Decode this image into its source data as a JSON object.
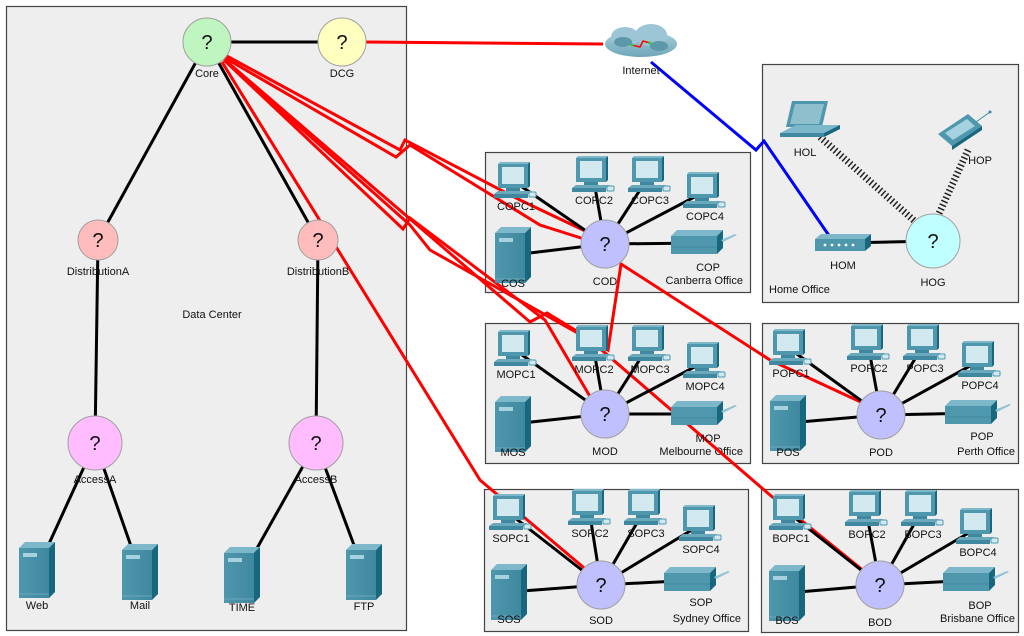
{
  "diagram": {
    "title": "Network topology",
    "link_colors": {
      "ethernet": "#000000",
      "serial": "#ff0000",
      "coax": "#0000ff",
      "wireless": "#222222"
    },
    "zones": [
      {
        "id": "datacenter",
        "label": "Data Center"
      },
      {
        "id": "canberra",
        "label": "Canberra Office"
      },
      {
        "id": "melbourne",
        "label": "Melbourne Office"
      },
      {
        "id": "sydney",
        "label": "Sydney Office"
      },
      {
        "id": "home",
        "label": "Home Office"
      },
      {
        "id": "perth",
        "label": "Perth Office"
      },
      {
        "id": "brisbane",
        "label": "Brisbane Office"
      }
    ],
    "unknown_symbol": "?",
    "nodes": {
      "core": {
        "label": "Core",
        "type": "unknown-device",
        "color": "#bff5bf"
      },
      "dcg": {
        "label": "DCG",
        "type": "unknown-device",
        "color": "#ffffc0"
      },
      "distA": {
        "label": "DistributionA",
        "type": "unknown-device",
        "color": "#ffbcbc"
      },
      "distB": {
        "label": "DistributionB",
        "type": "unknown-device",
        "color": "#ffbcbc"
      },
      "accA": {
        "label": "AccessA",
        "type": "unknown-device",
        "color": "#ffbcff"
      },
      "accB": {
        "label": "AccessB",
        "type": "unknown-device",
        "color": "#ffbcff"
      },
      "web": {
        "label": "Web",
        "type": "server"
      },
      "mail": {
        "label": "Mail",
        "type": "server"
      },
      "time": {
        "label": "TIME",
        "type": "server"
      },
      "ftp": {
        "label": "FTP",
        "type": "server"
      },
      "internet": {
        "label": "Internet",
        "type": "cloud"
      },
      "hom": {
        "label": "HOM",
        "type": "modem"
      },
      "hog": {
        "label": "HOG",
        "type": "unknown-device",
        "color": "#c0ffff"
      },
      "hol": {
        "label": "HOL",
        "type": "laptop"
      },
      "hop": {
        "label": "HOP",
        "type": "pda"
      },
      "cod": {
        "label": "COD",
        "type": "unknown-device",
        "color": "#c0c0ff"
      },
      "cos": {
        "label": "COS",
        "type": "server"
      },
      "cop": {
        "label": "COP",
        "type": "printer"
      },
      "copc1": {
        "label": "COPC1",
        "type": "pc"
      },
      "copc2": {
        "label": "COPC2",
        "type": "pc"
      },
      "copc3": {
        "label": "COPC3",
        "type": "pc"
      },
      "copc4": {
        "label": "COPC4",
        "type": "pc"
      },
      "mod": {
        "label": "MOD",
        "type": "unknown-device",
        "color": "#c0c0ff"
      },
      "mos": {
        "label": "MOS",
        "type": "server"
      },
      "mop": {
        "label": "MOP",
        "type": "printer"
      },
      "mopc1": {
        "label": "MOPC1",
        "type": "pc"
      },
      "mopc2": {
        "label": "MOPC2",
        "type": "pc"
      },
      "mopc3": {
        "label": "MOPC3",
        "type": "pc"
      },
      "mopc4": {
        "label": "MOPC4",
        "type": "pc"
      },
      "sod": {
        "label": "SOD",
        "type": "unknown-device",
        "color": "#c0c0ff"
      },
      "sos": {
        "label": "SOS",
        "type": "server"
      },
      "sop": {
        "label": "SOP",
        "type": "printer"
      },
      "sopc1": {
        "label": "SOPC1",
        "type": "pc"
      },
      "sopc2": {
        "label": "SOPC2",
        "type": "pc"
      },
      "sopc3": {
        "label": "SOPC3",
        "type": "pc"
      },
      "sopc4": {
        "label": "SOPC4",
        "type": "pc"
      },
      "pod": {
        "label": "POD",
        "type": "unknown-device",
        "color": "#c0c0ff"
      },
      "pos": {
        "label": "POS",
        "type": "server"
      },
      "pop": {
        "label": "POP",
        "type": "printer"
      },
      "popc1": {
        "label": "POPC1",
        "type": "pc"
      },
      "popc2": {
        "label": "POPC2",
        "type": "pc"
      },
      "popc3": {
        "label": "POPC3",
        "type": "pc"
      },
      "popc4": {
        "label": "POPC4",
        "type": "pc"
      },
      "bod": {
        "label": "BOD",
        "type": "unknown-device",
        "color": "#c0c0ff"
      },
      "bos": {
        "label": "BOS",
        "type": "server"
      },
      "bop": {
        "label": "BOP",
        "type": "printer"
      },
      "bopc1": {
        "label": "BOPC1",
        "type": "pc"
      },
      "bopc2": {
        "label": "BOPC2",
        "type": "pc"
      },
      "bopc3": {
        "label": "BOPC3",
        "type": "pc"
      },
      "bopc4": {
        "label": "BOPC4",
        "type": "pc"
      }
    },
    "links": [
      {
        "from": "core",
        "to": "dcg",
        "kind": "ethernet"
      },
      {
        "from": "core",
        "to": "distA",
        "kind": "ethernet"
      },
      {
        "from": "core",
        "to": "distB",
        "kind": "ethernet"
      },
      {
        "from": "distA",
        "to": "accA",
        "kind": "ethernet"
      },
      {
        "from": "distB",
        "to": "accB",
        "kind": "ethernet"
      },
      {
        "from": "accA",
        "to": "web",
        "kind": "ethernet"
      },
      {
        "from": "accA",
        "to": "mail",
        "kind": "ethernet"
      },
      {
        "from": "accB",
        "to": "time",
        "kind": "ethernet"
      },
      {
        "from": "accB",
        "to": "ftp",
        "kind": "ethernet"
      },
      {
        "from": "dcg",
        "to": "internet",
        "kind": "serial"
      },
      {
        "from": "internet",
        "to": "hom",
        "kind": "coax"
      },
      {
        "from": "hom",
        "to": "hog",
        "kind": "ethernet"
      },
      {
        "from": "hog",
        "to": "hol",
        "kind": "wireless"
      },
      {
        "from": "hog",
        "to": "hop",
        "kind": "wireless"
      },
      {
        "from": "core",
        "to": "cod",
        "kind": "serial"
      },
      {
        "from": "core",
        "to": "cod",
        "kind": "serial"
      },
      {
        "from": "core",
        "to": "mod",
        "kind": "serial"
      },
      {
        "from": "core",
        "to": "sod",
        "kind": "serial"
      },
      {
        "from": "core",
        "to": "pod",
        "kind": "serial"
      },
      {
        "from": "core",
        "to": "bod",
        "kind": "serial"
      },
      {
        "from": "cod",
        "to": "cos",
        "kind": "ethernet"
      },
      {
        "from": "cod",
        "to": "cop",
        "kind": "ethernet"
      },
      {
        "from": "cod",
        "to": "copc1",
        "kind": "ethernet"
      },
      {
        "from": "cod",
        "to": "copc2",
        "kind": "ethernet"
      },
      {
        "from": "cod",
        "to": "copc3",
        "kind": "ethernet"
      },
      {
        "from": "cod",
        "to": "copc4",
        "kind": "ethernet"
      },
      {
        "from": "mod",
        "to": "mos",
        "kind": "ethernet"
      },
      {
        "from": "mod",
        "to": "mop",
        "kind": "ethernet"
      },
      {
        "from": "mod",
        "to": "mopc1",
        "kind": "ethernet"
      },
      {
        "from": "mod",
        "to": "mopc2",
        "kind": "ethernet"
      },
      {
        "from": "mod",
        "to": "mopc3",
        "kind": "ethernet"
      },
      {
        "from": "mod",
        "to": "mopc4",
        "kind": "ethernet"
      },
      {
        "from": "sod",
        "to": "sos",
        "kind": "ethernet"
      },
      {
        "from": "sod",
        "to": "sop",
        "kind": "ethernet"
      },
      {
        "from": "sod",
        "to": "sopc1",
        "kind": "ethernet"
      },
      {
        "from": "sod",
        "to": "sopc2",
        "kind": "ethernet"
      },
      {
        "from": "sod",
        "to": "sopc3",
        "kind": "ethernet"
      },
      {
        "from": "sod",
        "to": "sopc4",
        "kind": "ethernet"
      },
      {
        "from": "pod",
        "to": "pos",
        "kind": "ethernet"
      },
      {
        "from": "pod",
        "to": "pop",
        "kind": "ethernet"
      },
      {
        "from": "pod",
        "to": "popc1",
        "kind": "ethernet"
      },
      {
        "from": "pod",
        "to": "popc2",
        "kind": "ethernet"
      },
      {
        "from": "pod",
        "to": "popc3",
        "kind": "ethernet"
      },
      {
        "from": "pod",
        "to": "popc4",
        "kind": "ethernet"
      },
      {
        "from": "bod",
        "to": "bos",
        "kind": "ethernet"
      },
      {
        "from": "bod",
        "to": "bop",
        "kind": "ethernet"
      },
      {
        "from": "bod",
        "to": "bopc1",
        "kind": "ethernet"
      },
      {
        "from": "bod",
        "to": "bopc2",
        "kind": "ethernet"
      },
      {
        "from": "bod",
        "to": "bopc3",
        "kind": "ethernet"
      },
      {
        "from": "bod",
        "to": "bopc4",
        "kind": "ethernet"
      }
    ]
  }
}
